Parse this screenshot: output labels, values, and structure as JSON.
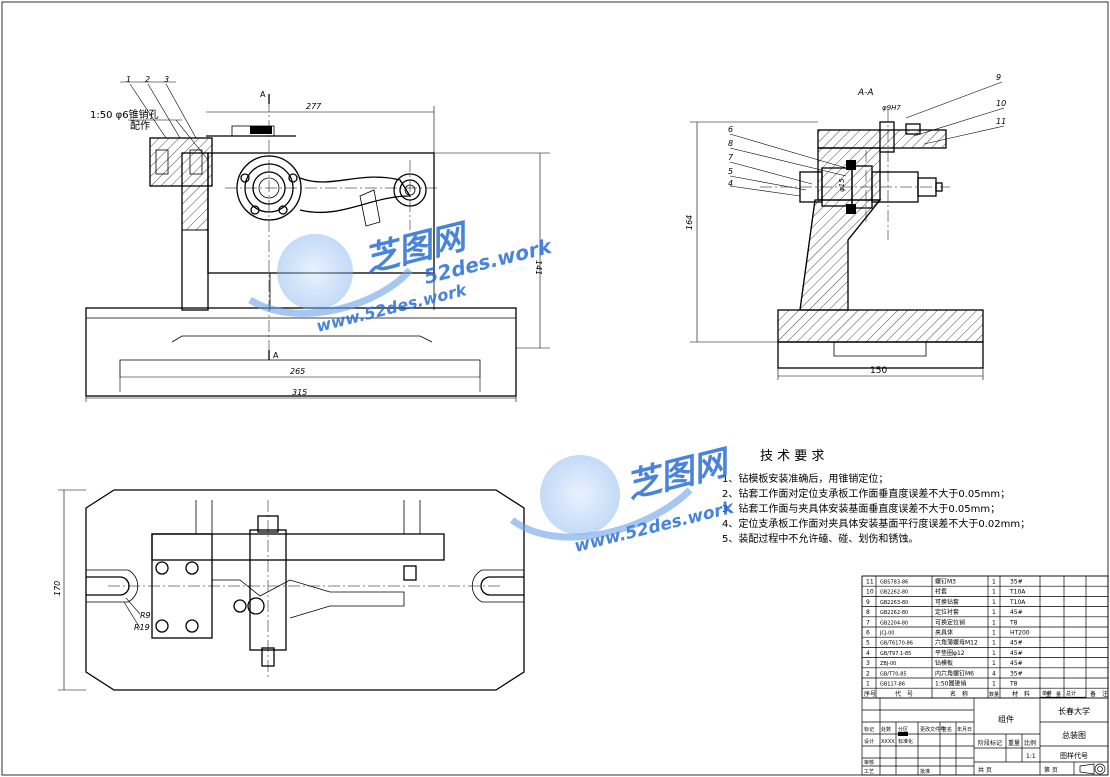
{
  "drawing": {
    "scale_note": "1:50 φ6锥销孔",
    "scale_note2": "配作",
    "section_label_top": "A",
    "section_label_bottom": "A",
    "section_title": "A-A",
    "bore_label": "φ9H7",
    "inner_dia": "φ15",
    "balloons_front": [
      "1",
      "2",
      "3"
    ],
    "balloons_side": [
      "9",
      "10",
      "11",
      "6",
      "8",
      "7",
      "5",
      "4"
    ],
    "dims": {
      "front_top": "277",
      "front_height": "141",
      "front_inner_width": "265",
      "front_total_width": "315",
      "side_height": "164",
      "side_width": "150",
      "plan_height": "170",
      "plan_r1": "R9",
      "plan_r2": "R19"
    }
  },
  "notes": {
    "title": "技 术 要 求",
    "items": [
      "1、钻模板安装准确后，用锥销定位；",
      "2、钻套工作面对定位支承板工作面垂直度误差不大于0.05mm；",
      "3、钻套工作面与夹具体安装基面垂直度误差不大于0.05mm；",
      "4、定位支承板工作面对夹具体安装基面平行度误差不大于0.02mm；",
      "5、装配过程中不允许磕、碰、划伤和锈蚀。"
    ]
  },
  "bom": {
    "rows": [
      [
        "11",
        "GB5783-86",
        "螺钉M3",
        "1",
        "35#",
        ""
      ],
      [
        "10",
        "GB2262-80",
        "衬套",
        "1",
        "T10A",
        ""
      ],
      [
        "9",
        "GB2263-80",
        "可换钻套",
        "1",
        "T10A",
        ""
      ],
      [
        "8",
        "GB2262-80",
        "定位衬套",
        "1",
        "45#",
        ""
      ],
      [
        "7",
        "GB2204-80",
        "可换定位销",
        "1",
        "T8",
        ""
      ],
      [
        "6",
        "JCJ-00",
        "夹具体",
        "1",
        "HT200",
        ""
      ],
      [
        "5",
        "GB/T6170-86",
        "六角薄螺母M12",
        "1",
        "45#",
        ""
      ],
      [
        "4",
        "GB/T97.1-85",
        "平垫圈φ12",
        "1",
        "45#",
        ""
      ],
      [
        "3",
        "ZBJ-00",
        "钻模板",
        "1",
        "45#",
        ""
      ],
      [
        "2",
        "GB/T70-85",
        "内六角螺钉M6",
        "4",
        "35#",
        ""
      ],
      [
        "1",
        "GB117-86",
        "1:50圆锥销",
        "1",
        "T8",
        ""
      ]
    ],
    "header": [
      "序号",
      "代　号",
      "名　称",
      "数量",
      "材　料",
      "单件",
      "总计",
      "重　量",
      "备　注"
    ]
  },
  "title_block": {
    "part_name": "组件",
    "school": "长春大学",
    "drawing_name": "总装图",
    "code_label": "图样代号",
    "stage_label": "阶段标记",
    "weight_label": "重量",
    "scale_label": "比例",
    "scale_value": "1:1",
    "sheet_total": "共 页",
    "sheet_no": "第 页",
    "mark_label": "标记",
    "count_label": "处数",
    "zone_label": "分区",
    "change_label": "更改文件号",
    "sign_label": "签名",
    "date_label": "年月日",
    "design_label": "设计",
    "design_value": "XXXX",
    "std_label": "标准化",
    "review_label": "审核",
    "process_label": "工艺",
    "approve_label": "批准"
  },
  "watermark": {
    "brand": "芝图网",
    "url_upper": "52des.work",
    "url_lower": "www.52des.work"
  },
  "colors": {
    "line": "#000000",
    "watermark_blue": "#2a6fd6",
    "watermark_light": "#8ab8f0"
  }
}
